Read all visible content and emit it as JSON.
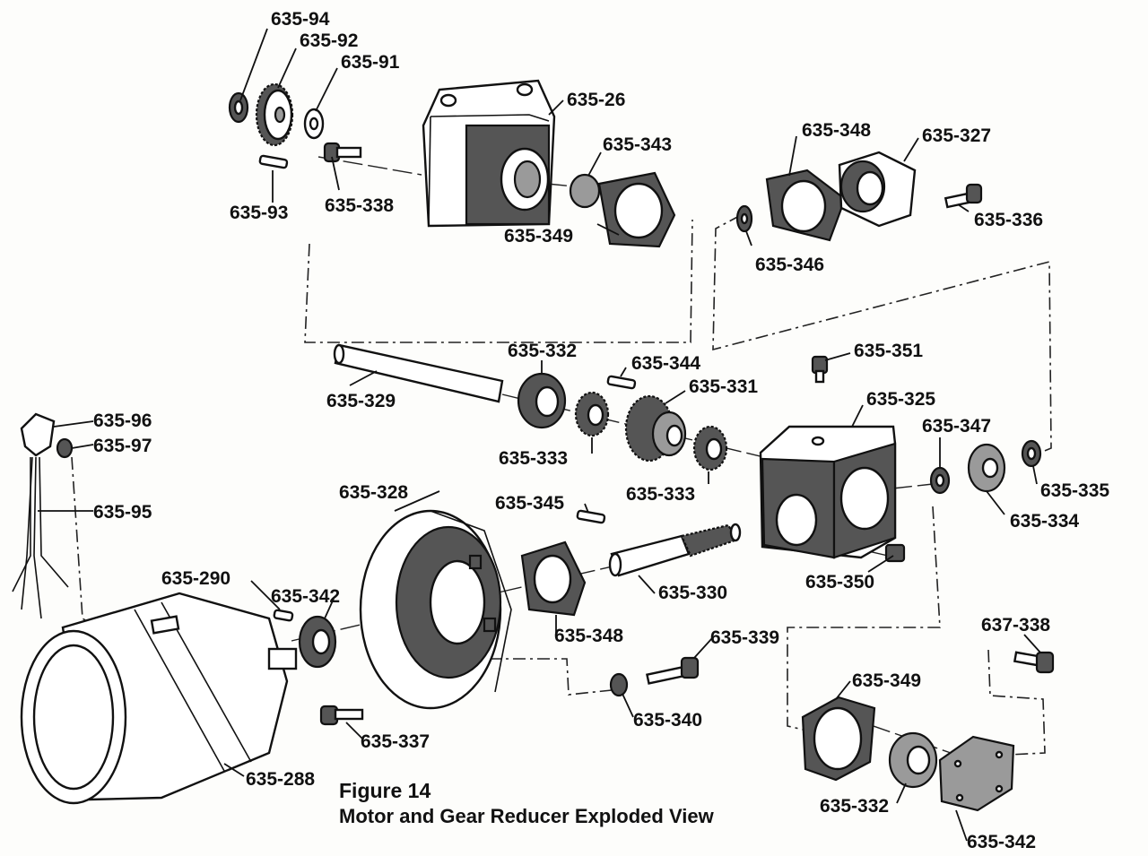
{
  "figure": {
    "number_label": "Figure 14",
    "title": "Motor and Gear Reducer Exploded View"
  },
  "part_labels": {
    "p635_94": "635-94",
    "p635_92": "635-92",
    "p635_91": "635-91",
    "p635_93": "635-93",
    "p635_338": "635-338",
    "p635_26": "635-26",
    "p635_343": "635-343",
    "p635_349_top": "635-349",
    "p635_348_top": "635-348",
    "p635_327": "635-327",
    "p635_336": "635-336",
    "p635_346": "635-346",
    "p635_329": "635-329",
    "p635_332_mid": "635-332",
    "p635_344": "635-344",
    "p635_331": "635-331",
    "p635_333_a": "635-333",
    "p635_333_b": "635-333",
    "p635_351": "635-351",
    "p635_325": "635-325",
    "p635_347": "635-347",
    "p635_335": "635-335",
    "p635_334": "635-334",
    "p635_96": "635-96",
    "p635_97": "635-97",
    "p635_95": "635-95",
    "p635_328": "635-328",
    "p635_345": "635-345",
    "p635_290": "635-290",
    "p635_342_mid": "635-342",
    "p635_330": "635-330",
    "p635_350": "635-350",
    "p635_348_mid": "635-348",
    "p635_339": "635-339",
    "p637_338": "637-338",
    "p635_340": "635-340",
    "p635_337": "635-337",
    "p635_349_bot": "635-349",
    "p635_288": "635-288",
    "p635_332_bot": "635-332",
    "p635_342_bot": "635-342"
  }
}
